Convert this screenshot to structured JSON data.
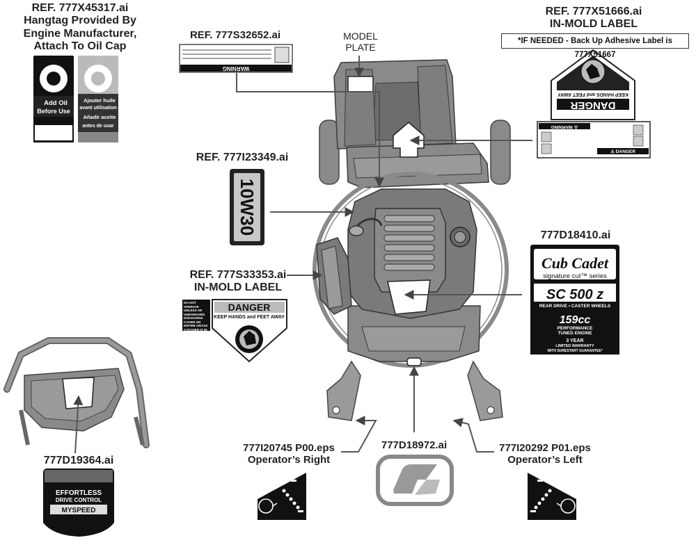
{
  "labels": {
    "hangtag": {
      "ref": "REF. 777X45317.ai",
      "line1": "Hangtag Provided By",
      "line2": "Engine Manufacturer,",
      "line3": "Attach To Oil Cap"
    },
    "warning_decal": {
      "ref": "REF. 777S32652.ai"
    },
    "model_plate": {
      "line1": "MODEL",
      "line2": "PLATE"
    },
    "in_mold_top": {
      "ref": "REF. 777X51666.ai",
      "sub": "IN-MOLD LABEL",
      "note": "*IF NEEDED - Back Up Adhesive Label is 777X51667"
    },
    "oil_label": {
      "ref": "REF. 777I23349.ai"
    },
    "in_mold_side": {
      "ref": "REF. 777S33353.ai",
      "sub": "IN-MOLD LABEL"
    },
    "brand_decal": {
      "ref": "777D18410.ai"
    },
    "handle_decal": {
      "ref": "777D19364.ai"
    },
    "right_decal": {
      "ref": "777I20745 P00.eps",
      "sub": "Operator’s Right"
    },
    "center_decal": {
      "ref": "777D18972.ai"
    },
    "left_decal": {
      "ref": "777I20292 P01.eps",
      "sub": "Operator’s Left"
    }
  },
  "decal_text": {
    "hangtag_add_oil": "Add Oil",
    "hangtag_before_use": "Before Use",
    "hangtag_fr1": "Ajouter huile",
    "hangtag_fr2": "avant utilisation",
    "hangtag_es1": "Añadir aceite",
    "hangtag_es2": "antes de usar",
    "warning_word": "WARNING",
    "oil_grade": "10W30",
    "danger_word": "DANGER",
    "danger_keep": "KEEP HANDS and FEET AWAY",
    "danger_side_note": "DO NOT OPERATE UNLESS AN UNDAMAGED DISCHARGE COVER OR ENTIRE GRASS CATCHER IS IN PLACE.",
    "danger_small_label": "⚠ DANGER",
    "danger_small_warning": "⚠ WARNING",
    "brand": "Cub Cadet",
    "series": "signature cut™ series",
    "model": "SC 500 z",
    "model_sub": "REAR DRIVE • CASTER WHEELS",
    "engine_cc": "159cc",
    "engine_line1": "PERFORMANCE",
    "engine_line2": "TUNED ENGINE",
    "warranty1": "3 YEAR",
    "warranty2": "LIMITED WARRANTY",
    "warranty3": "WITH SURESTART GUARANTEE*",
    "effortless1": "EFFORTLESS",
    "effortless2": "DRIVE CONTROL",
    "myspeed": "MYSPEED"
  },
  "colors": {
    "mower_body": "#8a8a8a",
    "mower_dark": "#5a5a5a",
    "mower_light": "#bdbdbd",
    "decal_black": "#111111",
    "arrow": "#555555"
  }
}
